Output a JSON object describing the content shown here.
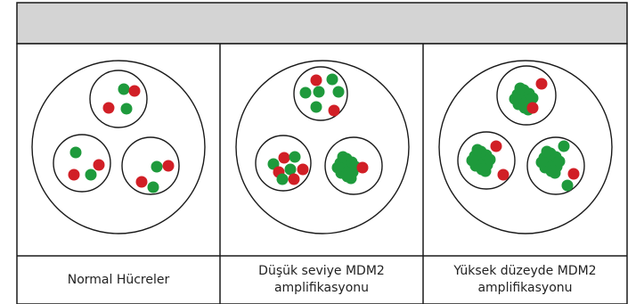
{
  "colors": {
    "header_fill": "#d4d4d4",
    "border": "#1a1a1a",
    "green_dot": "#1e9a3c",
    "red_dot": "#d11f26",
    "background": "#ffffff"
  },
  "header": {
    "text": ""
  },
  "panels": [
    {
      "id": "normal",
      "caption_lines": [
        "Normal Hücreler"
      ],
      "amplification": "none"
    },
    {
      "id": "low",
      "caption_lines": [
        "Düşük seviye MDM2",
        "amplifikasyonu"
      ],
      "amplification": "low"
    },
    {
      "id": "high",
      "caption_lines": [
        "Yüksek düzeyde MDM2",
        "amplifikasyonu"
      ],
      "amplification": "high"
    }
  ]
}
